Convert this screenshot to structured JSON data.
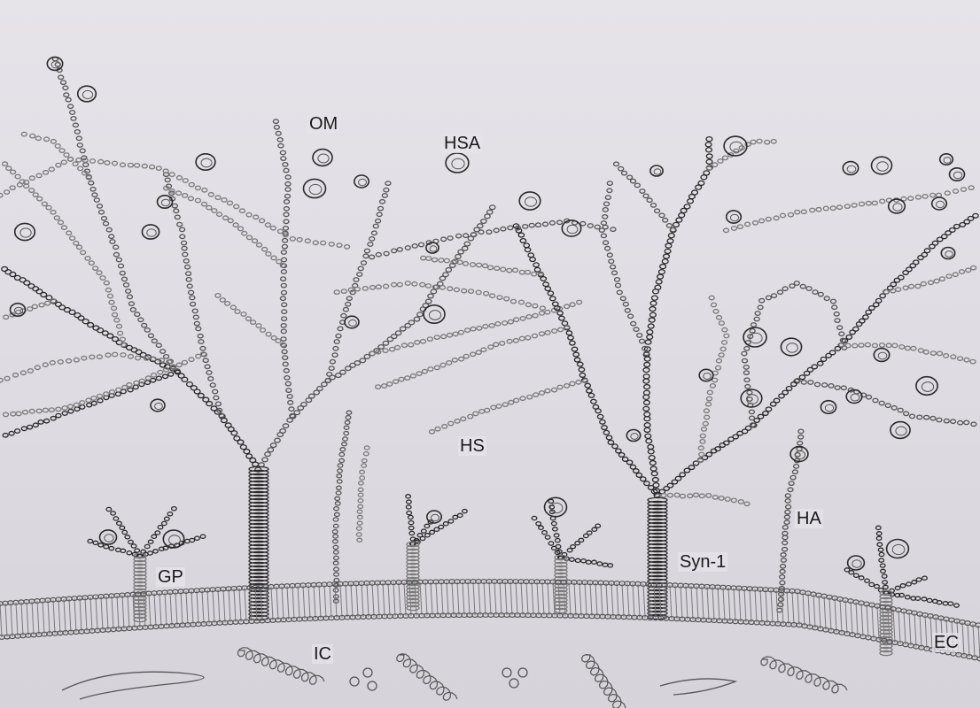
{
  "labels": {
    "om": "OM",
    "hsa": "HSA",
    "hs": "HS",
    "gp": "GP",
    "syn1": "Syn-1",
    "ha": "HA",
    "ic": "IC",
    "ec": "EC"
  },
  "colors": {
    "paper": "#e2dfe5",
    "ink_dark": "#2a2a2a",
    "ink_mid": "#555555",
    "ink_light": "#7a7a7a"
  }
}
